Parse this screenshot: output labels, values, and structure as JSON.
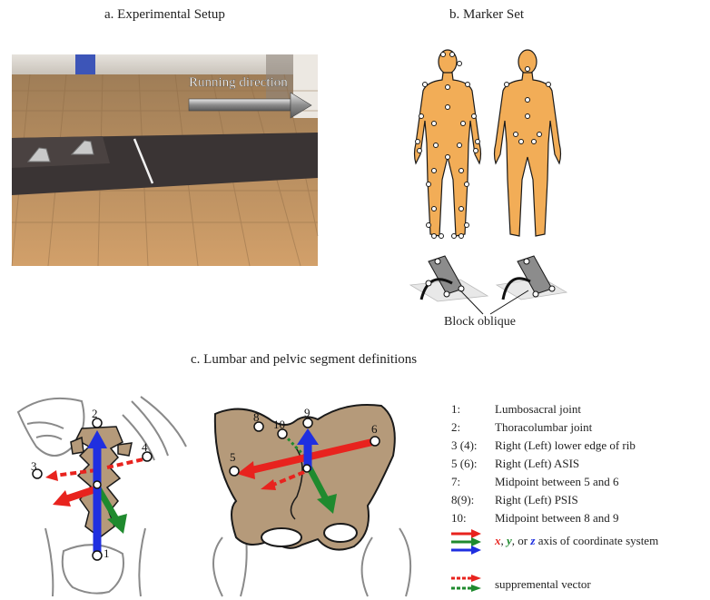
{
  "panels": {
    "a": {
      "title": "a. Experimental Setup",
      "running_label": "Running direction"
    },
    "b": {
      "title": "b. Marker Set",
      "block_label": "Block oblique"
    },
    "c": {
      "title": "c. Lumbar and pelvic segment definitions"
    }
  },
  "spine_labels": [
    "1",
    "2",
    "3",
    "4"
  ],
  "pelvis_labels": [
    "5",
    "6",
    "8",
    "9",
    "10"
  ],
  "legend": {
    "rows": [
      {
        "num": "1:",
        "desc": "Lumbosacral joint"
      },
      {
        "num": "2:",
        "desc": "Thoracolumbar joint"
      },
      {
        "num": "3 (4):",
        "desc": "Right (Left) lower edge of rib"
      },
      {
        "num": "5 (6):",
        "desc": "Right (Left) ASIS"
      },
      {
        "num": "7:",
        "desc": "Midpoint between 5 and 6"
      },
      {
        "num": "8(9):",
        "desc": "Right (Left) PSIS"
      },
      {
        "num": "10:",
        "desc": "Midpoint between 8 and 9"
      }
    ],
    "axis": {
      "x": "x",
      "y": "y",
      "z": "z",
      "sep1": ", ",
      "sep2": ", or ",
      "suffix": " axis of coordinate system"
    },
    "supp": "suppremental vector"
  },
  "colors": {
    "x_axis": "#e8231e",
    "y_axis": "#1f8a2e",
    "z_axis": "#1f2fe0",
    "bone": "#b59a7a",
    "body": "#f2ad57",
    "floor": "#b98a55",
    "mat": "#3c3535"
  }
}
